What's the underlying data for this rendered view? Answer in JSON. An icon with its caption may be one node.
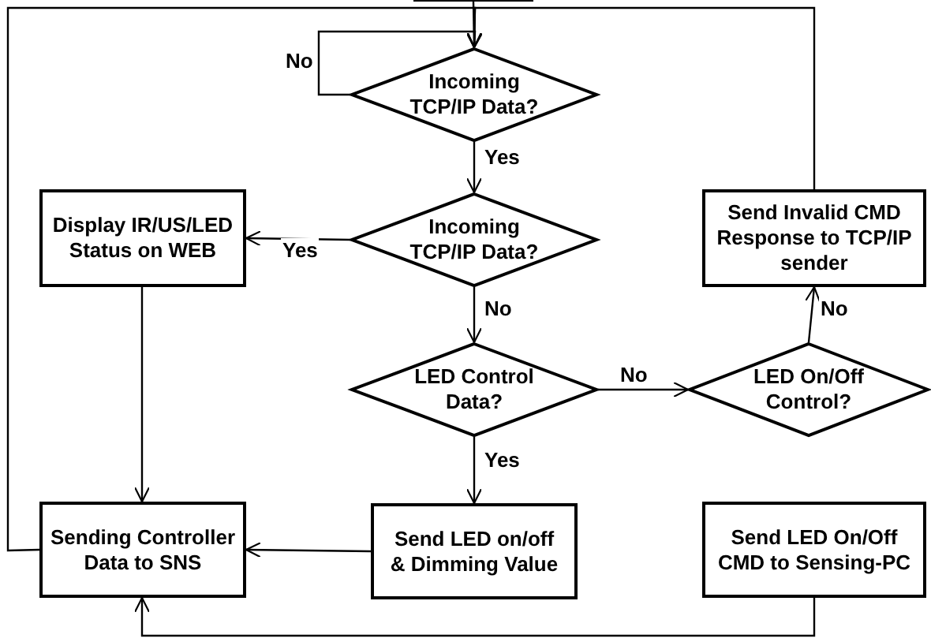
{
  "diagram": {
    "nodes": [
      {
        "text": [],
        "shape": "box"
      },
      {
        "text": [
          "Incoming TCP/IP Data?"
        ]
      },
      {
        "text": [
          "Display IR/US/LED Status on WEB"
        ]
      },
      {
        "text": [
          "Incoming TCP/IP Data?"
        ]
      },
      {
        "text": [
          "Send Invalid CMD Response to TCP/IP sender"
        ]
      },
      {
        "text": [
          "LED Control Data?"
        ]
      },
      {
        "text": [
          "LED On/Off Control?"
        ]
      },
      {
        "text": [
          "Sending Controller Data to SNS"
        ]
      },
      {
        "text": [
          "Send LED on/off & Dimming Value"
        ]
      },
      {
        "text": [
          "Send LED On/Off CMD to Sensing-PC"
        ]
      }
    ],
    "edges": [
      {
        "from": 0,
        "to": 1,
        "arrow": "to"
      },
      {
        "from": 1,
        "to": 1,
        "arrow": "to",
        "label": "No"
      },
      {
        "from": 7,
        "to": 1,
        "arrow": "to"
      },
      {
        "from": 4,
        "to": 1,
        "arrow": "to"
      },
      {
        "from": 1,
        "to": 3,
        "arrow": "to",
        "label": "Yes"
      },
      {
        "from": 3,
        "to": 2,
        "arrow": "to",
        "label": "Yes"
      },
      {
        "from": 3,
        "to": 5,
        "arrow": "to",
        "label": "No"
      },
      {
        "from": 5,
        "to": 6,
        "arrow": "to",
        "label": "No"
      },
      {
        "from": 6,
        "to": 4,
        "arrow": "to",
        "label": "No"
      },
      {
        "from": 5,
        "to": 8,
        "arrow": "to",
        "label": "Yes"
      },
      {
        "from": 8,
        "to": 7,
        "arrow": "to"
      },
      {
        "from": 2,
        "to": 7,
        "arrow": "to"
      },
      {
        "from": 9,
        "to": 7,
        "arrow": "to"
      }
    ]
  }
}
